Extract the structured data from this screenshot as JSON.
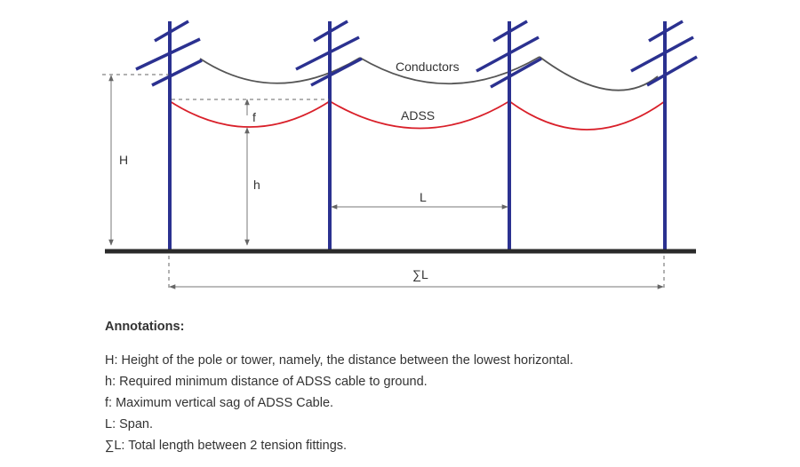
{
  "diagram": {
    "labels": {
      "conductors": "Conductors",
      "adss": "ADSS",
      "H": "H",
      "h": "h",
      "f": "f",
      "L": "L",
      "sum_L": "∑L"
    },
    "colors": {
      "pole": "#2b3190",
      "ground": "#2a2a2a",
      "conductor": "#555555",
      "adss_cable": "#d9202a",
      "dimension": "#777777"
    }
  },
  "annotations": {
    "heading": "Annotations:",
    "items": [
      "H: Height of the pole or tower, namely, the distance between the lowest horizontal.",
      "h: Required minimum distance of ADSS cable to ground.",
      "f: Maximum vertical sag of ADSS Cable.",
      "L: Span.",
      "∑L: Total length between 2 tension fittings."
    ]
  }
}
